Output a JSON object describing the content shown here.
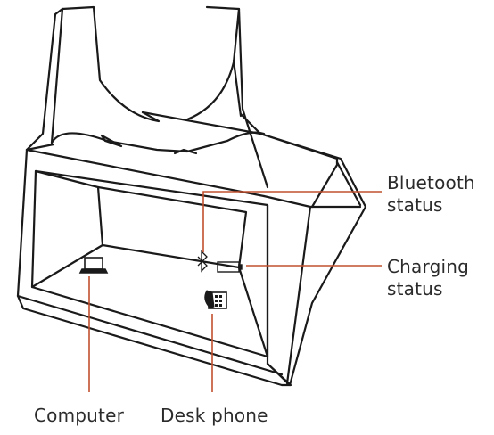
{
  "colors": {
    "outline": "#1a1a1a",
    "leader": "#c1502e",
    "text": "#2b2b2b"
  },
  "callouts": {
    "bluetooth": {
      "line1": "Bluetooth",
      "line2": "status"
    },
    "charging": {
      "line1": "Charging",
      "line2": "status"
    },
    "computer": {
      "label": "Computer"
    },
    "desk_phone": {
      "label": "Desk phone"
    }
  },
  "icons": [
    "laptop-icon",
    "bluetooth-icon",
    "battery-icon",
    "desk-phone-icon"
  ]
}
